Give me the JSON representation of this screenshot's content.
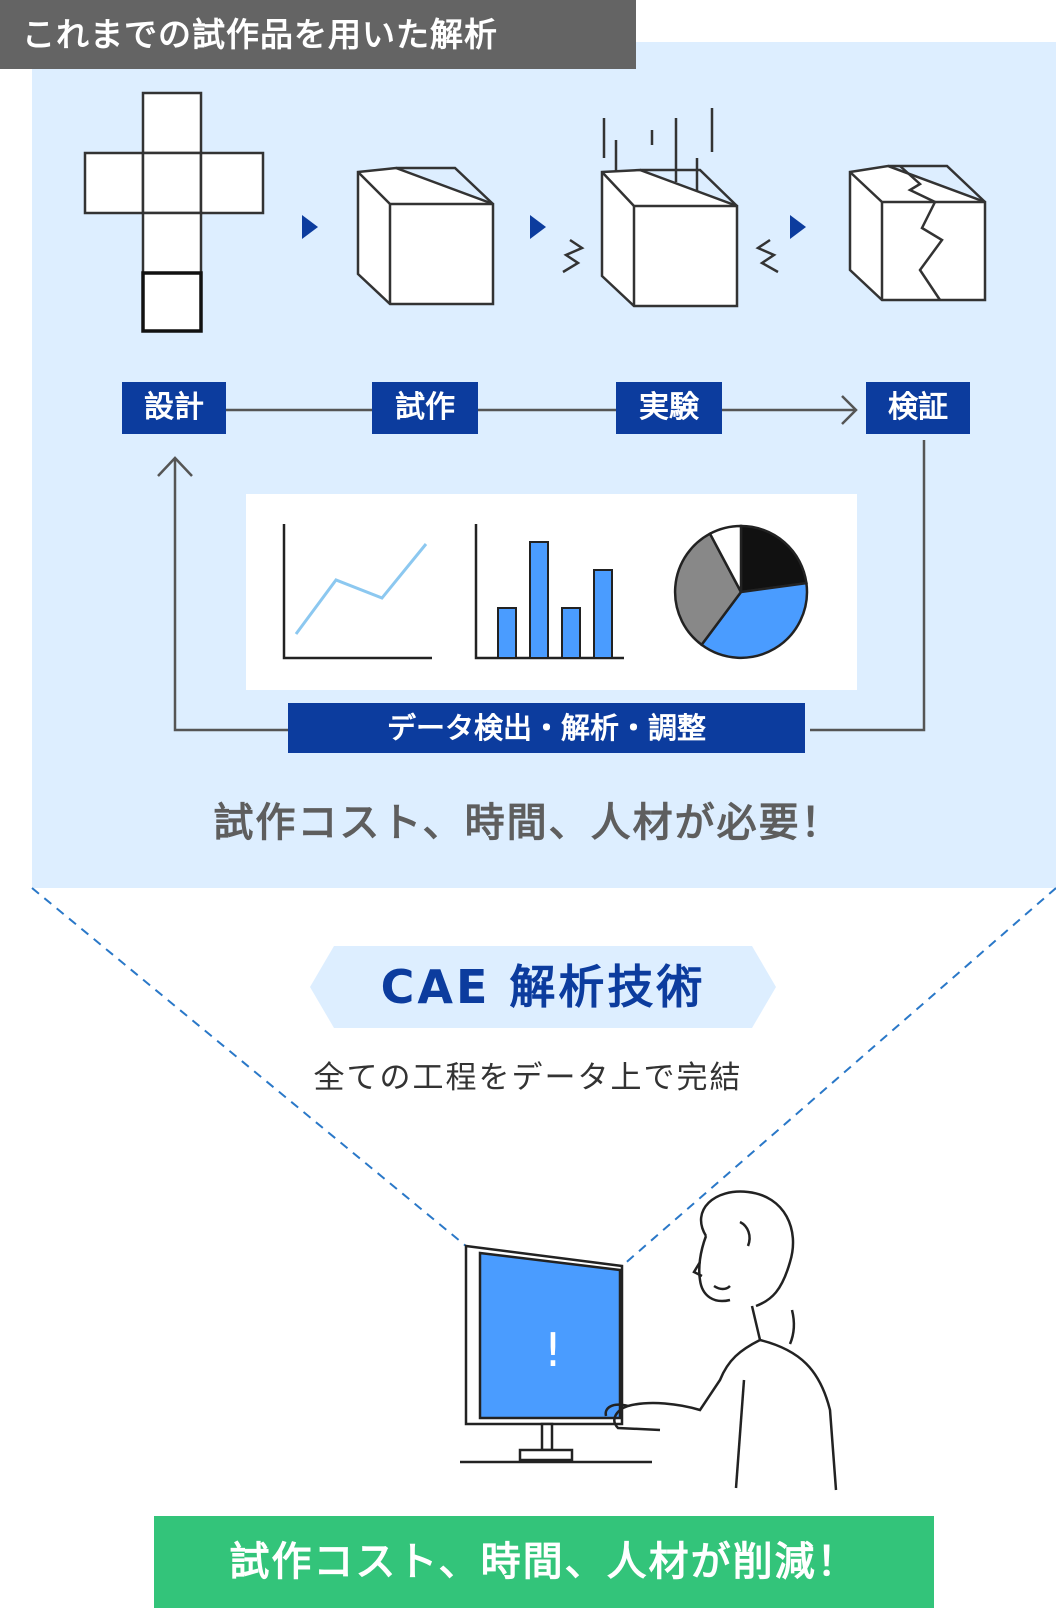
{
  "header": {
    "title": "これまでの試作品を用いた解析"
  },
  "process": {
    "steps": [
      "設計",
      "試作",
      "実験",
      "検証"
    ],
    "loop_label": "データ検出・解析・調整",
    "need": "試作コスト、時間、人材が必要！"
  },
  "cae": {
    "title": "CAE 解析技術",
    "subtitle": "全ての工程をデータ上で完結"
  },
  "result": {
    "text": "試作コスト、時間、人材が削減！"
  },
  "screen": {
    "symbol": "!"
  },
  "colors": {
    "panel": "#ddeeff",
    "navy": "#0c3c9e",
    "header_bg": "#646464",
    "green": "#33c47a",
    "screen_blue": "#4a9cff",
    "line_light": "#8cc8f0"
  }
}
